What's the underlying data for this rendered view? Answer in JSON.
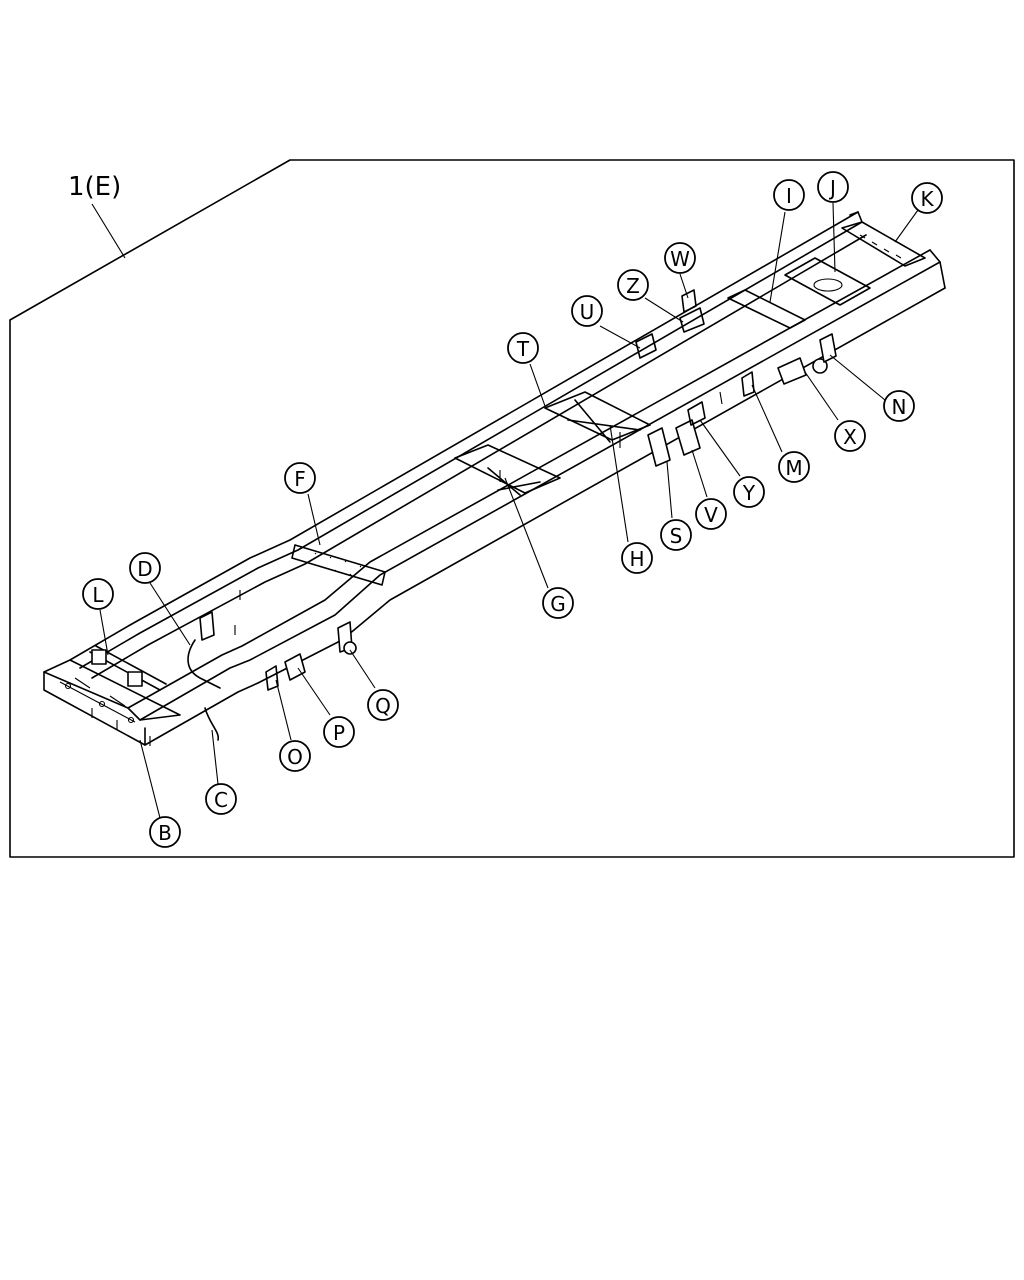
{
  "diagram": {
    "assembly_label": "1(E)",
    "callouts": [
      "B",
      "C",
      "D",
      "F",
      "G",
      "H",
      "I",
      "J",
      "K",
      "L",
      "M",
      "N",
      "O",
      "P",
      "Q",
      "S",
      "T",
      "U",
      "V",
      "W",
      "X",
      "Y",
      "Z"
    ]
  }
}
